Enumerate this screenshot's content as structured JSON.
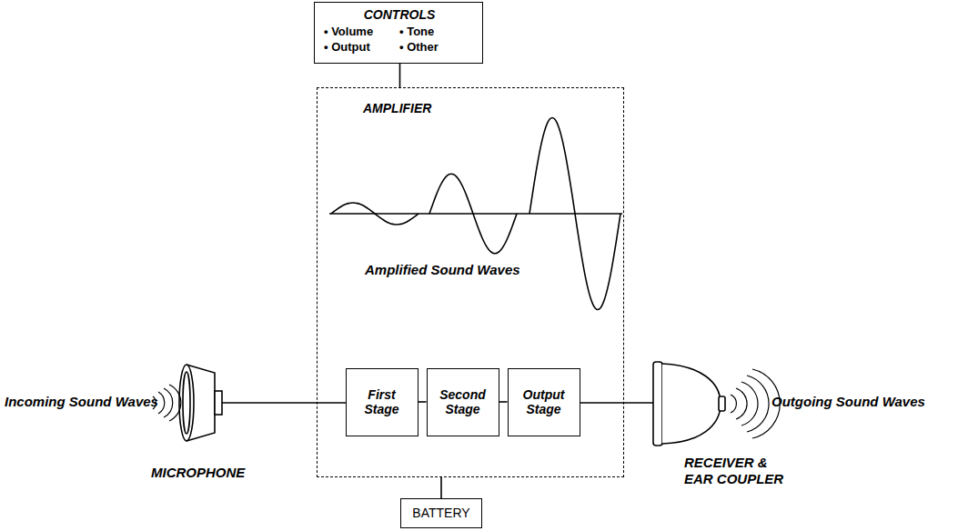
{
  "diagram": {
    "nodes": [
      {
        "text": [
          "CONTROLS",
          "• Volume",
          "• Tone",
          "• Output",
          "• Other"
        ]
      },
      {
        "text": [
          "AMPLIFIER",
          "Amplified Sound Waves"
        ]
      },
      {
        "text": [
          "First Stage"
        ],
        "in": 1
      },
      {
        "text": [
          "Second Stage"
        ],
        "in": 1
      },
      {
        "text": [
          "Output Stage"
        ],
        "in": 1
      },
      {
        "text": [
          "BATTERY"
        ]
      }
    ],
    "edges": [
      {
        "from": 0,
        "to": 1,
        "arrow": "none"
      },
      {
        "from": 2,
        "to": 3,
        "arrow": "none"
      },
      {
        "from": 3,
        "to": 4,
        "arrow": "none"
      },
      {
        "from": 1,
        "to": 5,
        "arrow": "none"
      }
    ],
    "labels": [
      "Incoming Sound Waves",
      "MICROPHONE",
      "RECEIVER & EAR COUPLER",
      "Outgoing Sound Waves"
    ]
  }
}
